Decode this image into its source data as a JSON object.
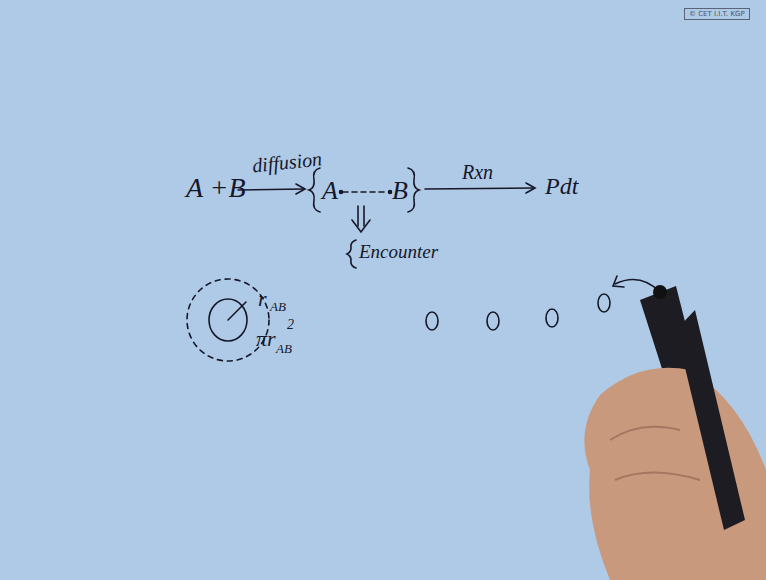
{
  "diagram": {
    "nodes": [
      {
        "text": [
          "© CET I.I.T. KGP"
        ]
      }
    ],
    "labels": [
      "A +B",
      "diffusion",
      "A",
      "B",
      "Rxn",
      "Pdt",
      "Encounter",
      "r",
      "AB",
      "πr",
      "2",
      "AB"
    ]
  }
}
